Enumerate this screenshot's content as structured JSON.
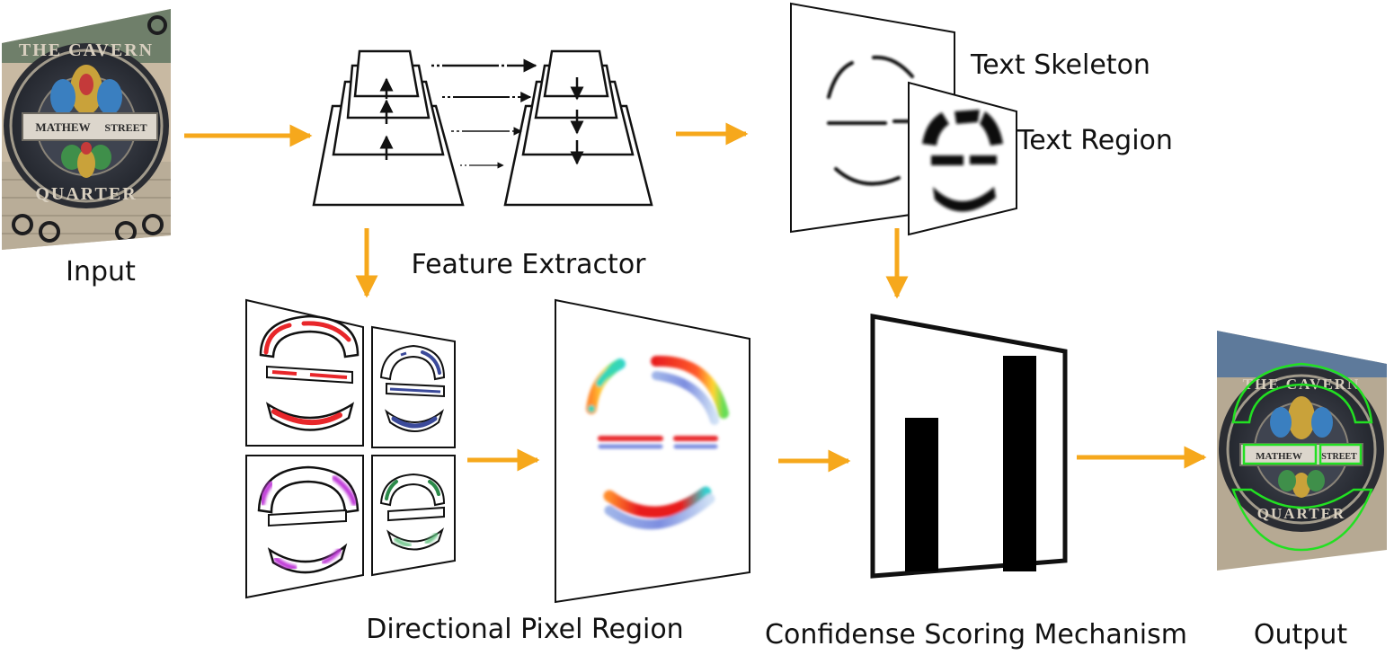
{
  "labels": {
    "input": "Input",
    "feature_extractor": "Feature Extractor",
    "text_skeleton": "Text Skeleton",
    "text_region": "Text Region",
    "directional_pixel_region": "Directional Pixel Region",
    "confidence_scoring": "Confidense Scoring Mechanism",
    "output": "Output"
  },
  "sign_text": {
    "top_arc": "THE CAVERN",
    "banner_left": "MATHEW",
    "banner_right": "STREET",
    "bottom_arc": "QUARTER"
  },
  "colors": {
    "arrow": "#f6a81c",
    "ink": "#111111",
    "direction_red": "#e8262a",
    "direction_blue": "#3b4a9a",
    "direction_purple": "#c03bd8",
    "direction_green": "#2c8a4a",
    "detection_box": "#22e022",
    "score_bar": "#000000"
  },
  "score_bars": [
    {
      "name": "bar-1",
      "value": 0.57
    },
    {
      "name": "bar-2",
      "value": 0.8
    }
  ]
}
